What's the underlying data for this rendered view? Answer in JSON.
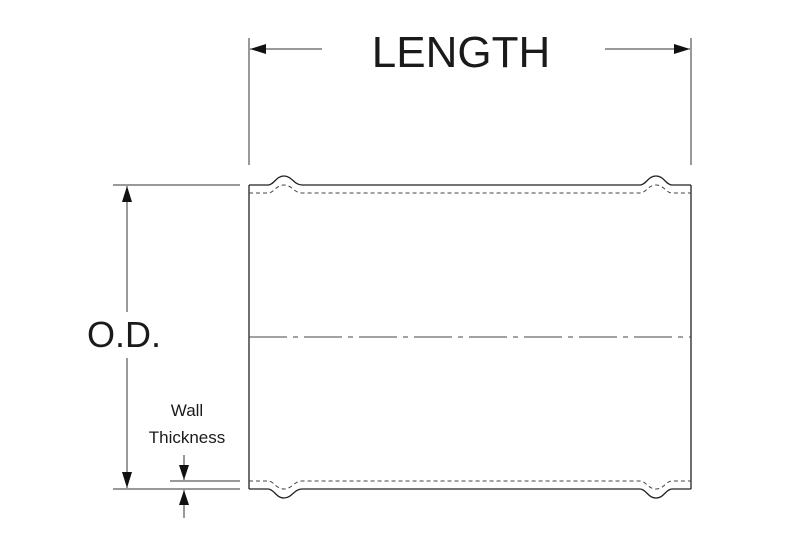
{
  "labels": {
    "length": "LENGTH",
    "outer_diameter": "O.D.",
    "wall_line1": "Wall",
    "wall_line2": "Thickness"
  }
}
